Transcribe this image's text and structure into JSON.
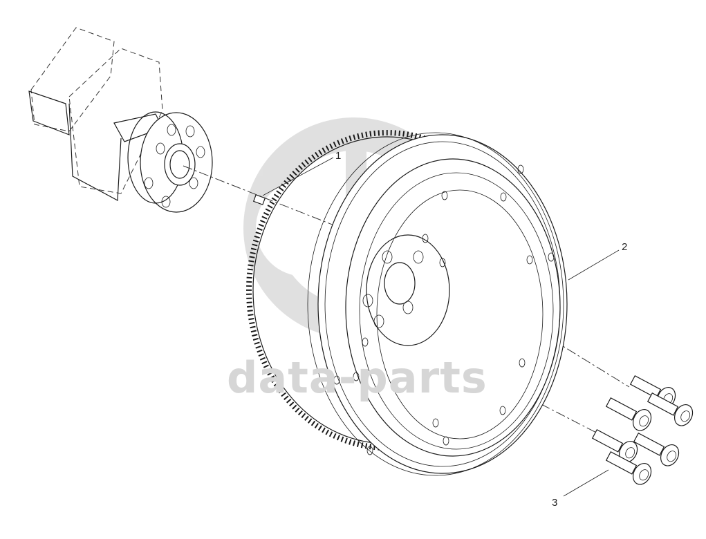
{
  "watermark": {
    "text": "data-parts",
    "logo_icon": "gp-logo-icon",
    "color": "#d6d6d6"
  },
  "callouts": [
    {
      "number": "1",
      "part": "pin"
    },
    {
      "number": "2",
      "part": "flywheel"
    },
    {
      "number": "3",
      "part": "bolt"
    }
  ],
  "colors": {
    "line": "#1a1a1a",
    "background": "#ffffff"
  }
}
